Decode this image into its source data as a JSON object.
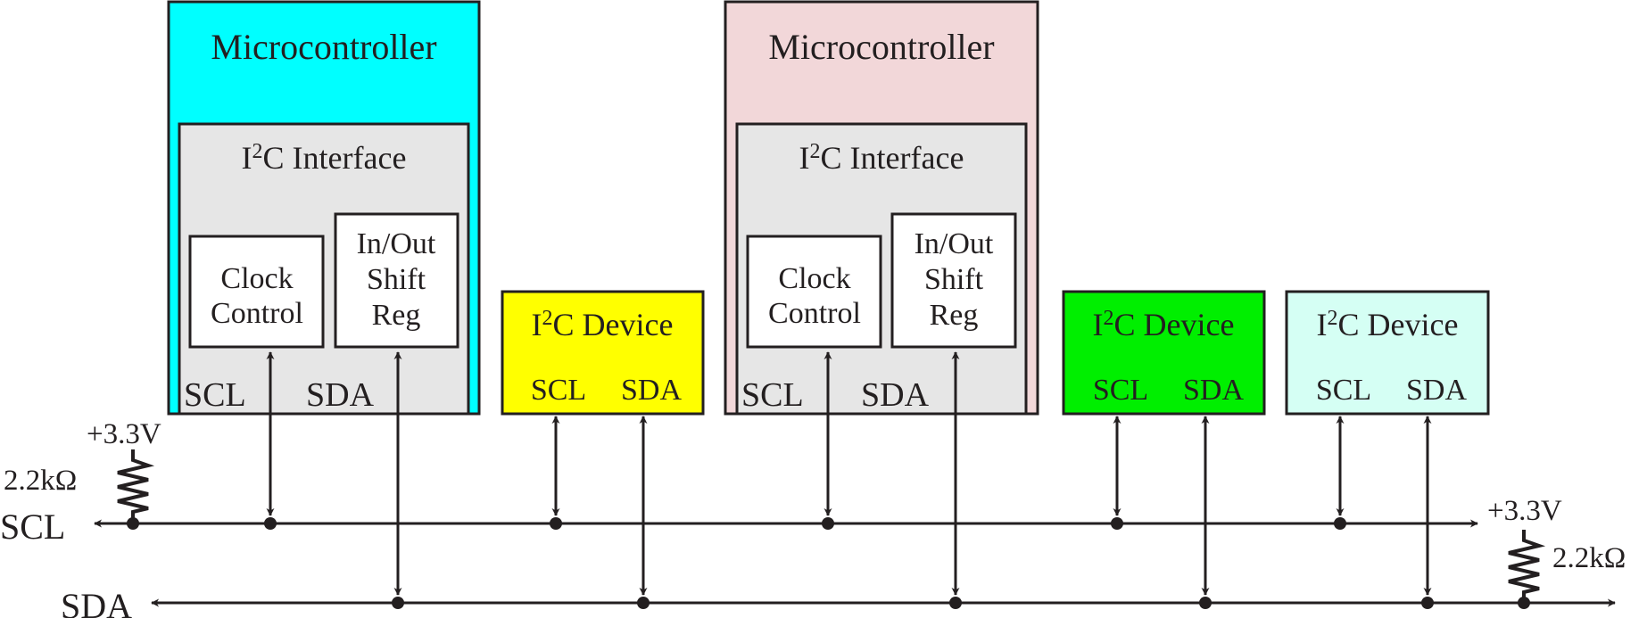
{
  "colors": {
    "mc1_fill": "#00ffff",
    "mc2_fill": "#f2d7d9",
    "interface_fill": "#e6e6e6",
    "dev1_fill": "#ffff00",
    "dev2_fill": "#00ef00",
    "dev3_fill": "#d5fff4",
    "line": "#231f20"
  },
  "microcontrollers": [
    {
      "title": "Microcontroller",
      "interface": {
        "prefix": "I",
        "sup": "2",
        "suffix": "C  Interface"
      },
      "clock": {
        "line1": "Clock",
        "line2": "Control"
      },
      "shift": {
        "line1": "In/Out",
        "line2": "Shift",
        "line3": "Reg"
      },
      "scl": "SCL",
      "sda": "SDA"
    },
    {
      "title": "Microcontroller",
      "interface": {
        "prefix": "I",
        "sup": "2",
        "suffix": "C  Interface"
      },
      "clock": {
        "line1": "Clock",
        "line2": "Control"
      },
      "shift": {
        "line1": "In/Out",
        "line2": "Shift",
        "line3": "Reg"
      },
      "scl": "SCL",
      "sda": "SDA"
    }
  ],
  "devices": [
    {
      "prefix": "I",
      "sup": "2",
      "suffix": "C  Device",
      "scl": "SCL",
      "sda": "SDA"
    },
    {
      "prefix": "I",
      "sup": "2",
      "suffix": "C  Device",
      "scl": "SCL",
      "sda": "SDA"
    },
    {
      "prefix": "I",
      "sup": "2",
      "suffix": "C  Device",
      "scl": "SCL",
      "sda": "SDA"
    }
  ],
  "bus": {
    "scl": "SCL",
    "sda": "SDA"
  },
  "pullups": [
    {
      "voltage": "+3.3V",
      "resistance": "2.2kΩ"
    },
    {
      "voltage": "+3.3V",
      "resistance": "2.2kΩ"
    }
  ]
}
